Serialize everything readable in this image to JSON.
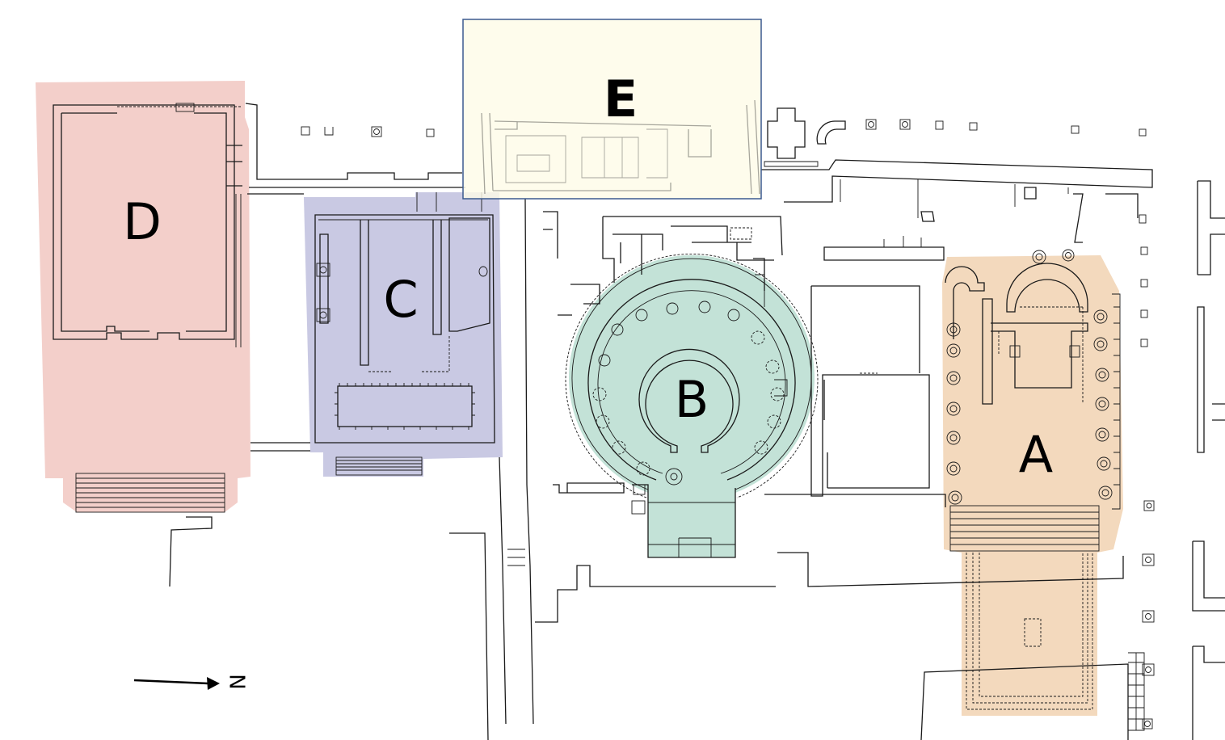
{
  "zones": {
    "a": {
      "label": "A",
      "color": "#f3d9bd"
    },
    "b": {
      "label": "B",
      "color": "#c3e2d7"
    },
    "c": {
      "label": "C",
      "color": "#c9c9e3"
    },
    "d": {
      "label": "D",
      "color": "#f3cfca"
    },
    "e": {
      "label": "E",
      "color": "#fefbe8",
      "border": "#3b5a8f"
    }
  },
  "north_arrow": {
    "label": "N"
  }
}
